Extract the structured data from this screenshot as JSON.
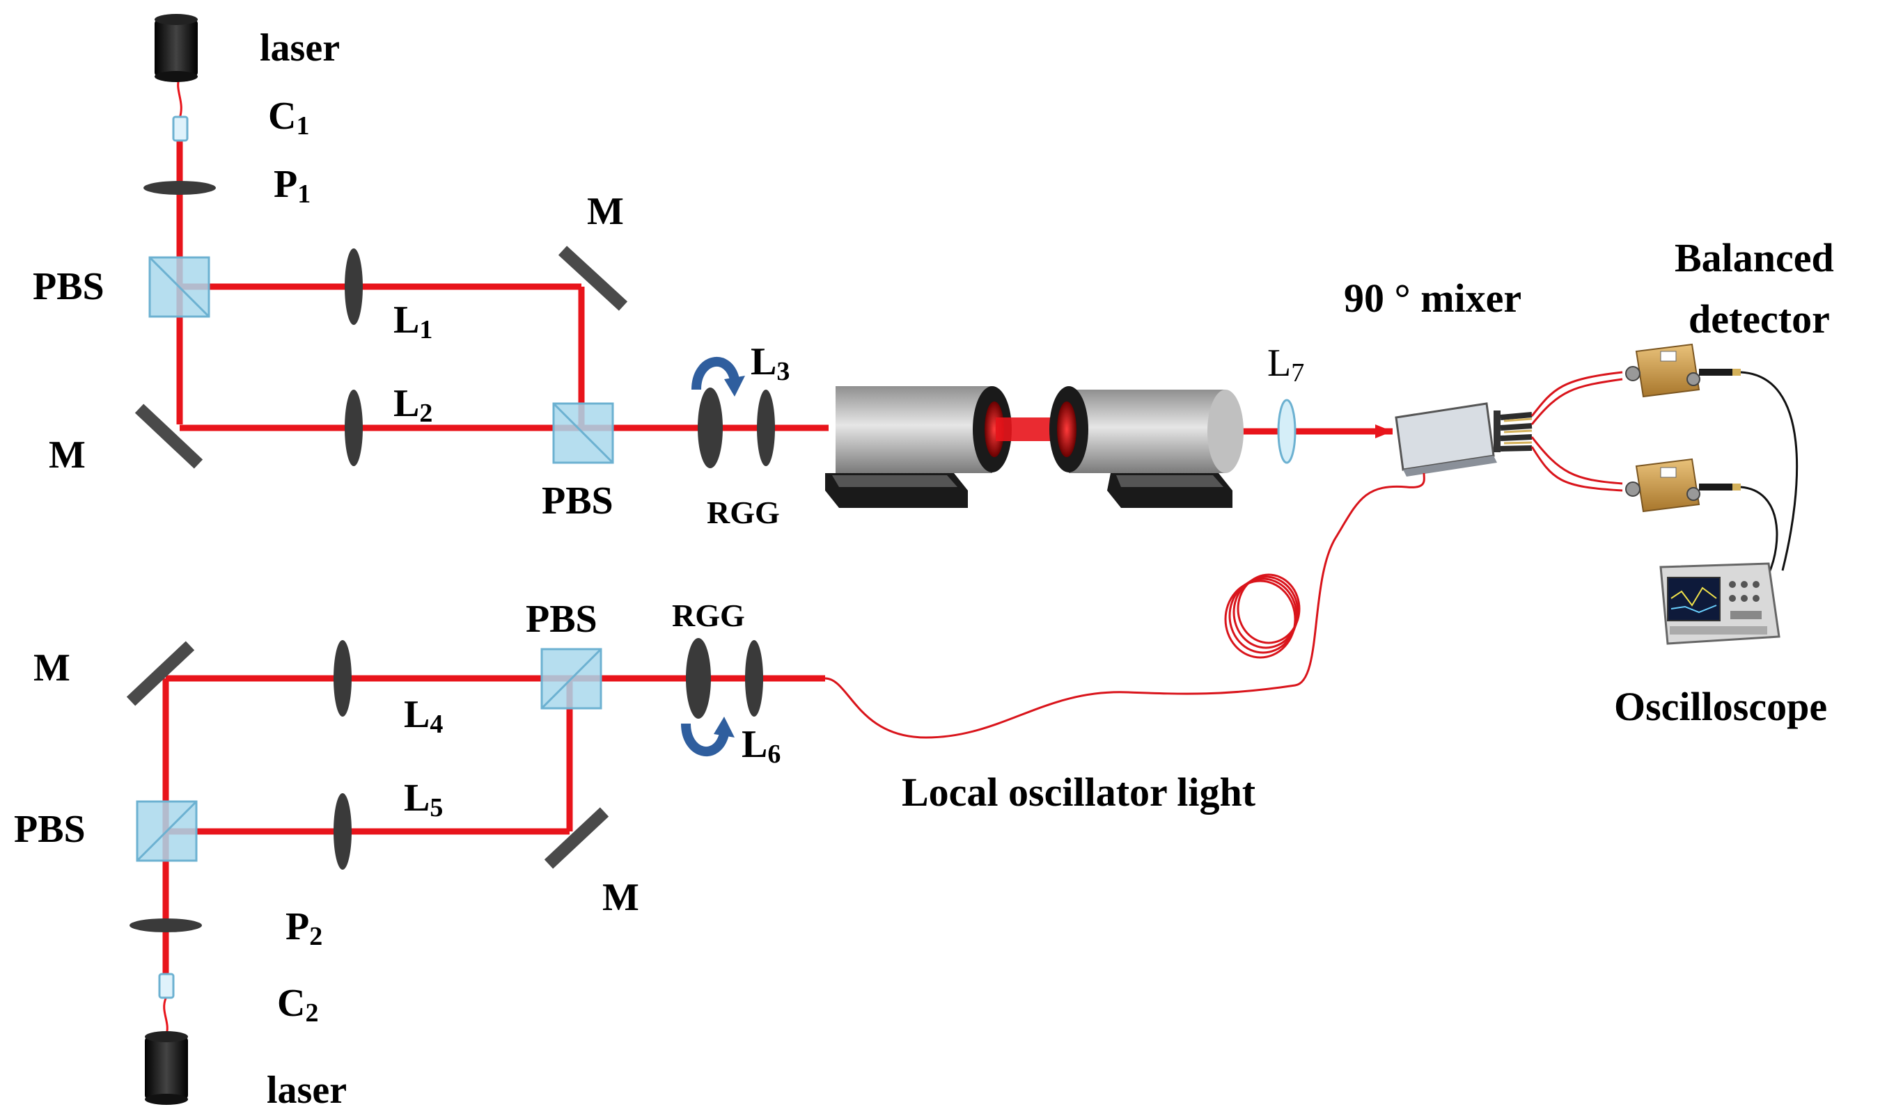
{
  "colors": {
    "beam": "#e8141b",
    "pbs_fill": "#a9d8ec",
    "pbs_stroke": "#6cb1d1",
    "lens_dark": "#3a3a3a",
    "mirror": "#4a4a4a",
    "arrow": "#2f5e9e",
    "fiber": "#d9141b"
  },
  "labels": {
    "laser_top": "laser",
    "c1": "C",
    "c1_sub": "1",
    "p1": "P",
    "p1_sub": "1",
    "pbs_top_left": "PBS",
    "m_top_right": "M",
    "l1": "L",
    "l1_sub": "1",
    "l2": "L",
    "l2_sub": "2",
    "m_top_left": "M",
    "pbs_top_center": "PBS",
    "l3": "L",
    "l3_sub": "3",
    "rgg_top": "RGG",
    "l7": "L",
    "l7_sub": "7",
    "mixer": "90 ° mixer",
    "balanced_1": "Balanced",
    "balanced_2": "detector",
    "oscilloscope": "Oscilloscope",
    "m_bottom_left": "M",
    "pbs_bottom_center": "PBS",
    "rgg_bottom": "RGG",
    "l4": "L",
    "l4_sub": "4",
    "l6": "L",
    "l6_sub": "6",
    "local_osc": "Local oscillator light",
    "pbs_bottom_left": "PBS",
    "l5": "L",
    "l5_sub": "5",
    "m_bottom_right": "M",
    "p2": "P",
    "p2_sub": "2",
    "c2": "C",
    "c2_sub": "2",
    "laser_bottom": "laser"
  }
}
